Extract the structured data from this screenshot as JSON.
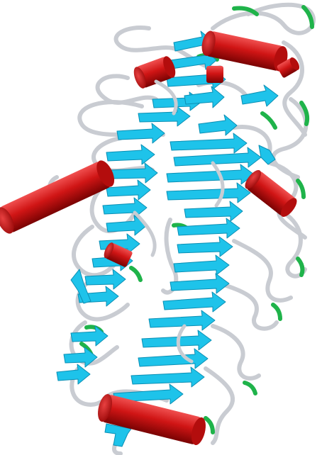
{
  "image": {
    "subject": "protein-ribbon-structure",
    "background_color": "#ffffff",
    "colors": {
      "helix": "#d01515",
      "helix_dark": "#8f0505",
      "helix_light": "#f05050",
      "strand": "#1ec3ea",
      "strand_dark": "#0b8fb4",
      "coil": "#c9ccd2",
      "coil_dark": "#8b8f97",
      "turn": "#1fb34a"
    },
    "element_kinds": [
      "alpha-helix",
      "beta-strand",
      "coil",
      "turn"
    ]
  }
}
